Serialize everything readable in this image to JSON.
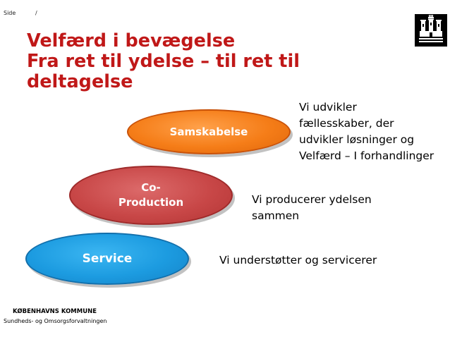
{
  "header": {
    "side_label": "Side",
    "slash": "/"
  },
  "title": {
    "lines": [
      "Velfærd i bevægelse",
      "Fra ret til ydelse – til ret til",
      "deltagelse"
    ],
    "color": "#c01818"
  },
  "logo": {
    "icon": "copenhagen-coat-of-arms-icon"
  },
  "ellipses": {
    "samskabelse": {
      "label": "Samskabelse",
      "color": "#f57d18"
    },
    "coproduction": {
      "line1": "Co-",
      "line2": "Production",
      "color": "#c84747"
    },
    "service": {
      "label": "Service",
      "color": "#1c9be0"
    }
  },
  "descriptions": {
    "samskabelse": [
      "Vi udvikler",
      "fællesskaber, der",
      "udvikler løsninger og",
      "Velfærd – I forhandlinger"
    ],
    "coproduction": [
      "Vi producerer ydelsen",
      "sammen"
    ],
    "service": [
      "Vi understøtter og servicerer"
    ]
  },
  "footer": {
    "organization": "KØBENHAVNS KOMMUNE",
    "department": "Sundheds- og Omsorgsforvaltningen"
  }
}
